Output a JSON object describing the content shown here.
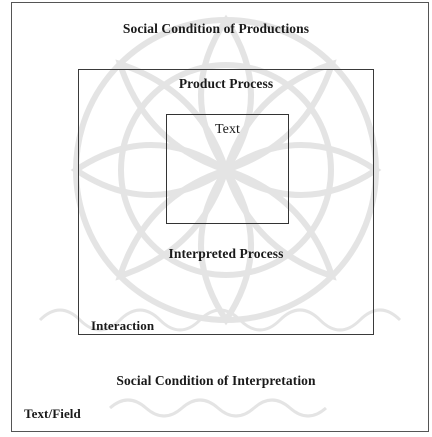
{
  "diagram": {
    "outer_label": "Social Condition of Productions",
    "product_label": "Product Process",
    "text_label": "Text",
    "interpreted_label": "Interpreted Process",
    "interaction_label": "Interaction",
    "interpretation_label": "Social Condition of Interpretation",
    "field_label": "Text/Field"
  },
  "colors": {
    "border": "#444444",
    "text": "#1a1a1a",
    "watermark": "#dcdcdc"
  }
}
